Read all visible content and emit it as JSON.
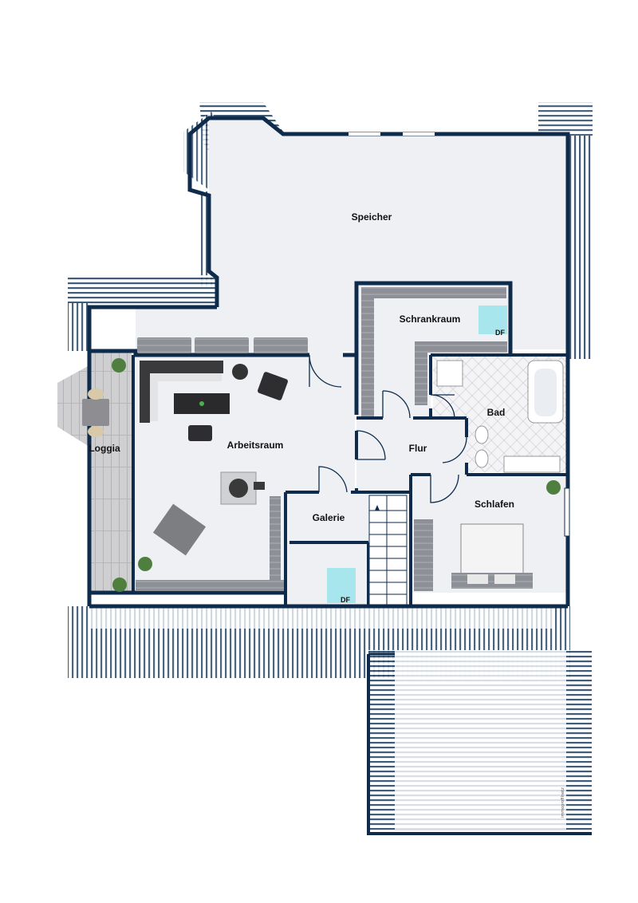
{
  "rooms": {
    "speicher": "Speicher",
    "schrankraum": "Schrankraum",
    "bad": "Bad",
    "loggia": "Loggia",
    "arbeitsraum": "Arbeitsraum",
    "flur": "Flur",
    "schlafen": "Schlafen",
    "galerie": "Galerie"
  },
  "skylight_label": "DF",
  "credit_text": "immoprofilnetz",
  "colors": {
    "wall": "#0e2b4c",
    "floor": "#eef0f4",
    "roof_hatch": "#1f3f5f",
    "deck": "#c9c9cb",
    "skylight": "#9ee4ec"
  }
}
